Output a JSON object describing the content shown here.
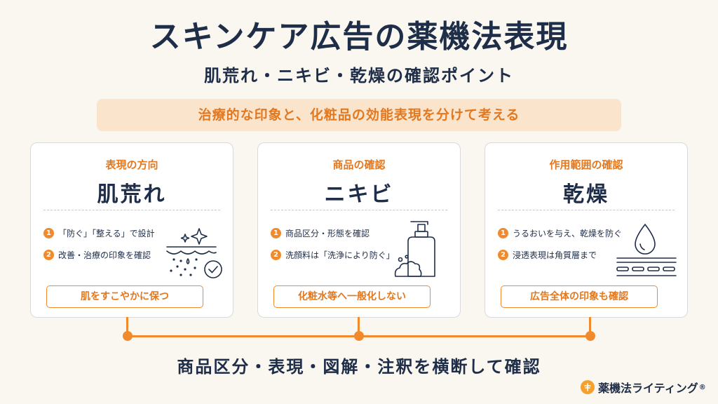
{
  "header": {
    "title": "スキンケア広告の薬機法表現",
    "subtitle": "肌荒れ・ニキビ・乾燥の確認ポイント"
  },
  "banner": "治療的な印象と、化粧品の効能表現を分けて考える",
  "cards": [
    {
      "heading": "表現の方向",
      "title": "肌荒れ",
      "points": [
        "「防ぐ」「整える」で設計",
        "改善・治療の印象を確認"
      ],
      "pill": "肌をすこやかに保つ",
      "icon": "skin-sparkle-check-icon"
    },
    {
      "heading": "商品の確認",
      "title": "ニキビ",
      "points": [
        "商品区分・形態を確認",
        "洗顔料は「洗浄により防ぐ」"
      ],
      "pill": "化粧水等へ一般化しない",
      "icon": "pump-bottle-foam-icon"
    },
    {
      "heading": "作用範囲の確認",
      "title": "乾燥",
      "points": [
        "うるおいを与え、乾燥を防ぐ",
        "浸透表現は角質層まで"
      ],
      "pill": "広告全体の印象も確認",
      "icon": "water-drop-skin-layers-icon"
    }
  ],
  "footer": "商品区分・表現・図解・注釈を横断して確認",
  "brand": {
    "name": "薬機法ライティング",
    "mark": "®"
  },
  "colors": {
    "accent": "#f08a2c",
    "navy": "#1e2d48",
    "banner_bg": "#fbe4cc",
    "background": "#faf6f0"
  }
}
